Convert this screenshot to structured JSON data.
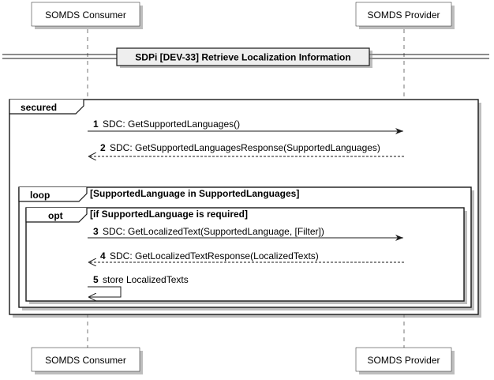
{
  "participants": {
    "consumer": "SOMDS Consumer",
    "provider": "SOMDS Provider"
  },
  "divider": {
    "title": "SDPi [DEV-33]  Retrieve Localization Information"
  },
  "groups": {
    "secured": {
      "keyword": "secured"
    },
    "loop": {
      "keyword": "loop",
      "condition": "[SupportedLanguage in SupportedLanguages]"
    },
    "opt": {
      "keyword": "opt",
      "condition": "[if SupportedLanguage is required]"
    }
  },
  "messages": [
    {
      "number": "1",
      "text": "SDC: GetSupportedLanguages()"
    },
    {
      "number": "2",
      "text": "SDC: GetSupportedLanguagesResponse(SupportedLanguages)"
    },
    {
      "number": "3",
      "text": "SDC: GetLocalizedText(SupportedLanguage, [Filter])"
    },
    {
      "number": "4",
      "text": "SDC: GetLocalizedTextResponse(LocalizedTexts)"
    },
    {
      "number": "5",
      "text": "store LocalizedTexts"
    }
  ],
  "colors": {
    "background": "#ffffff",
    "line": "#181818",
    "divider_fill": "#eeeeee",
    "shadow": "#888888"
  }
}
